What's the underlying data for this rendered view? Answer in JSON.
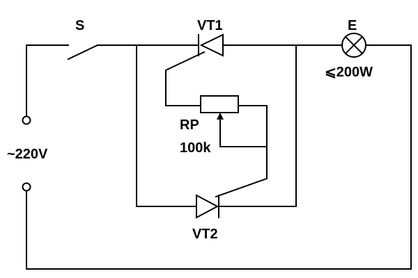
{
  "labels": {
    "switch": "S",
    "thyristor_1": "VT1",
    "lamp": "E",
    "lamp_rating": "⩽200W",
    "potentiometer": "RP",
    "potentiometer_value": "100k",
    "supply": "~220V",
    "thyristor_2": "VT2"
  },
  "colors": {
    "line": "#000000",
    "background": "#ffffff"
  }
}
